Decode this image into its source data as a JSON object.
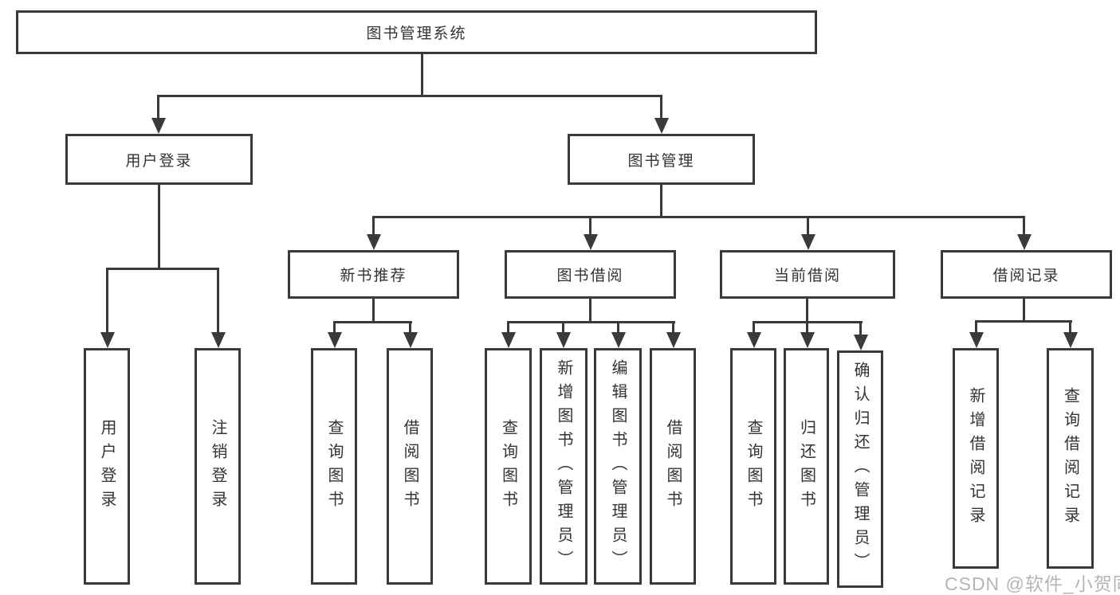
{
  "diagram": {
    "root": {
      "label": "图书管理系统"
    },
    "branches": [
      {
        "label": "用户登录",
        "leaves": [
          {
            "label": "用户登录"
          },
          {
            "label": "注销登录"
          }
        ]
      },
      {
        "label": "图书管理",
        "sections": [
          {
            "label": "新书推荐",
            "leaves": [
              {
                "label": "查询图书"
              },
              {
                "label": "借阅图书"
              }
            ]
          },
          {
            "label": "图书借阅",
            "leaves": [
              {
                "label": "查询图书"
              },
              {
                "label": "新增图书（管理员）"
              },
              {
                "label": "编辑图书（管理员）"
              },
              {
                "label": "借阅图书"
              }
            ]
          },
          {
            "label": "当前借阅",
            "leaves": [
              {
                "label": "查询图书"
              },
              {
                "label": "归还图书"
              },
              {
                "label": "确认归还（管理员）"
              }
            ]
          },
          {
            "label": "借阅记录",
            "leaves": [
              {
                "label": "新增借阅记录"
              },
              {
                "label": "查询借阅记录"
              }
            ]
          }
        ]
      }
    ]
  },
  "watermark": {
    "text": "CSDN @软件_小贺同学"
  },
  "colors": {
    "line": "#3a3a3a",
    "text": "#333333",
    "watermark": "#b5b5b5",
    "background": "#ffffff"
  }
}
